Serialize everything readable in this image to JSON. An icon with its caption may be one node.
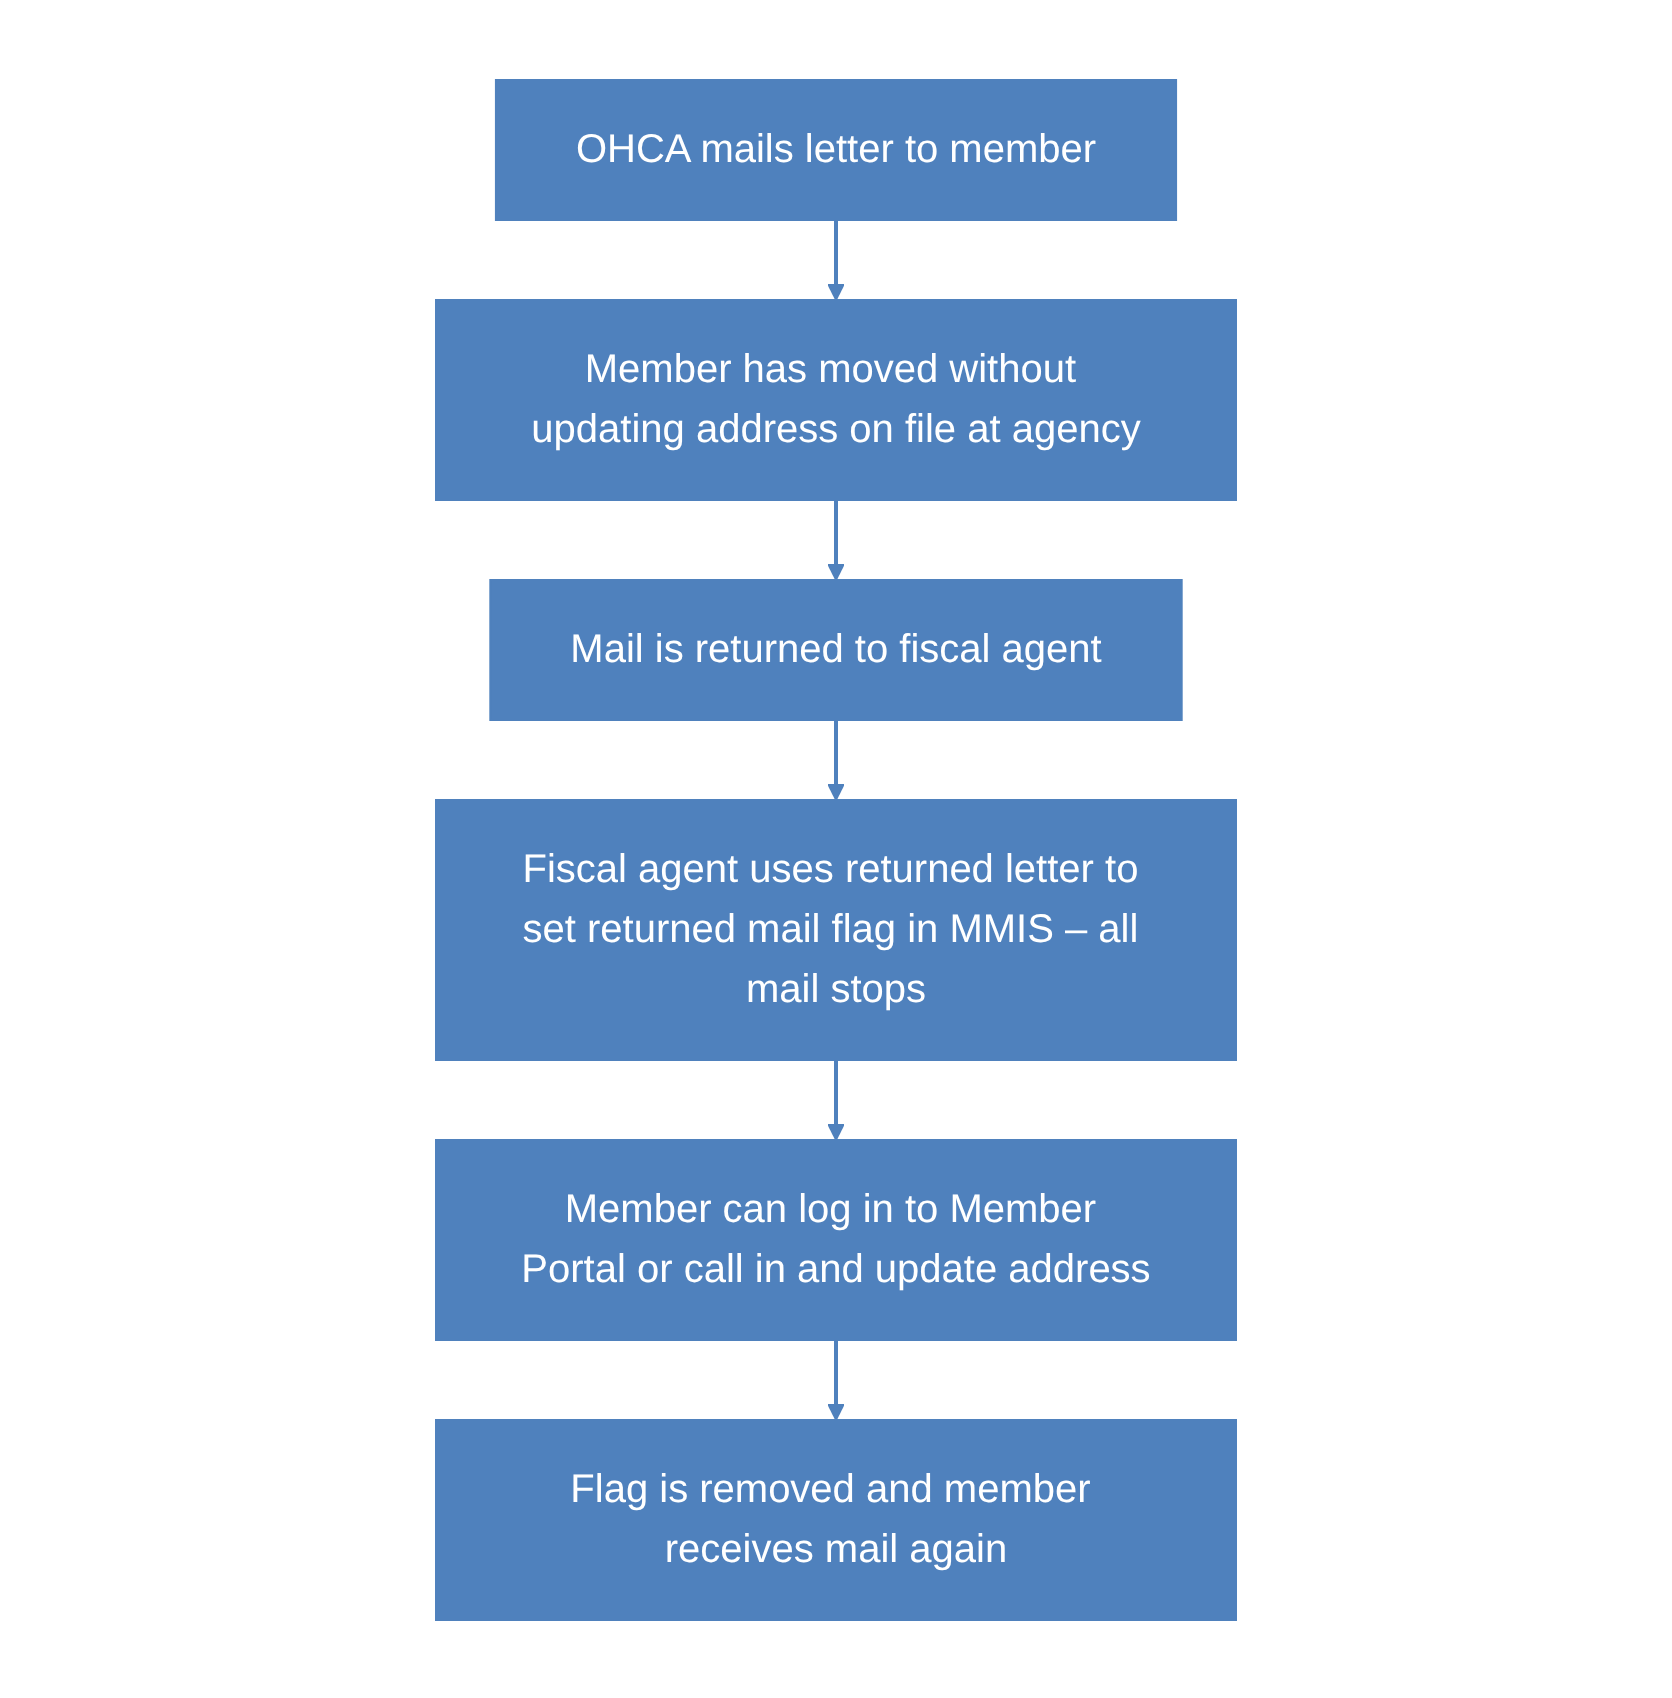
{
  "diagram": {
    "nodes": [
      {
        "text": [
          "OHCA mails letter to member"
        ]
      },
      {
        "text": [
          "Member has moved without updating address on file at agency"
        ]
      },
      {
        "text": [
          "Mail is returned to fiscal agent"
        ]
      },
      {
        "text": [
          "Fiscal agent uses returned letter to set returned mail flag in MMIS – all mail stops"
        ]
      },
      {
        "text": [
          "Member can log in to Member Portal or call in and update address"
        ]
      },
      {
        "text": [
          "Flag is removed and member receives mail again"
        ]
      }
    ],
    "edges": [
      {
        "from": 0,
        "to": 1,
        "arrow": "to"
      },
      {
        "from": 1,
        "to": 2,
        "arrow": "to"
      },
      {
        "from": 2,
        "to": 3,
        "arrow": "to"
      },
      {
        "from": 3,
        "to": 4,
        "arrow": "to"
      },
      {
        "from": 4,
        "to": 5,
        "arrow": "to"
      }
    ]
  }
}
